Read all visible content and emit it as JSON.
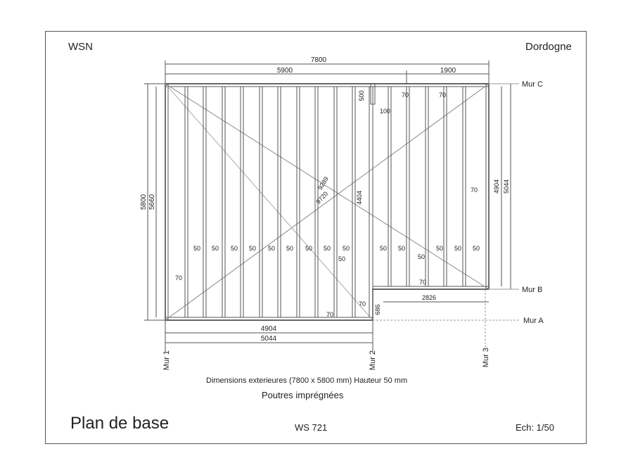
{
  "header": {
    "company": "WSN",
    "region": "Dordogne"
  },
  "footer": {
    "title": "Plan de base",
    "model": "WS 721",
    "scale": "Ech: 1/50"
  },
  "notes": {
    "dimensions": "Dimensions exterieures (7800 x 5800 mm) Hauteur 50 mm",
    "material": "Poutres imprégnées"
  },
  "walls": {
    "mur_a": "Mur A",
    "mur_b": "Mur B",
    "mur_c": "Mur C",
    "mur_1": "Mur 1",
    "mur_2": "Mur 2",
    "mur_3": "Mur 3"
  },
  "dimensions": {
    "total_width": "7800",
    "left_width": "5900",
    "right_width": "1900",
    "total_height": "5800",
    "inner_height": "5660",
    "notch_depth": "500",
    "notch_offset": "100",
    "diag_long": "9289",
    "diag_short": "9720",
    "inner_split": "4404",
    "right_inner": "4904",
    "right_outer": "5044",
    "bottom_inner": "4904",
    "bottom_outer": "5044",
    "step_width": "2826",
    "step_height": "686",
    "gap_70": "70",
    "gap_50": "50"
  }
}
